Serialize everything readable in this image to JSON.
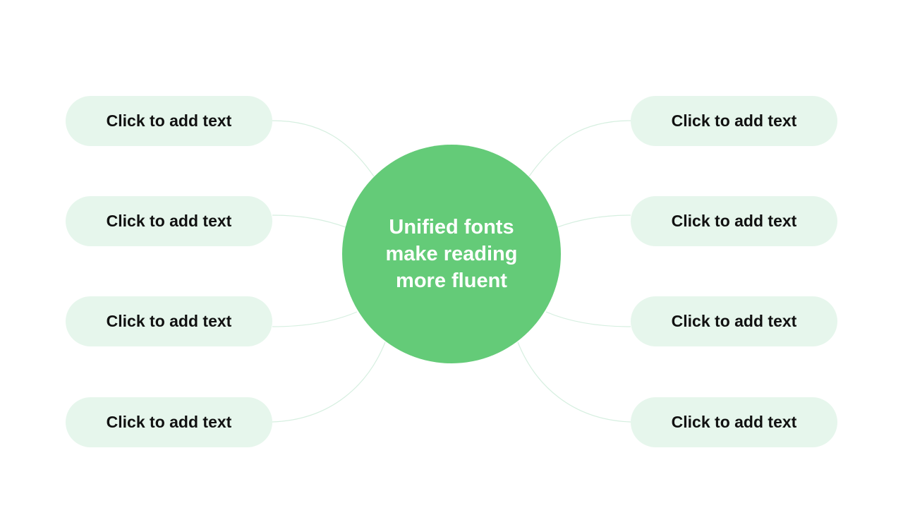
{
  "diagram": {
    "center": {
      "label": "Unified fonts make reading more fluent"
    },
    "left_nodes": [
      {
        "label": "Click to add text"
      },
      {
        "label": "Click to add text"
      },
      {
        "label": "Click to add text"
      },
      {
        "label": "Click to add text"
      }
    ],
    "right_nodes": [
      {
        "label": "Click to add text"
      },
      {
        "label": "Click to add text"
      },
      {
        "label": "Click to add text"
      },
      {
        "label": "Click to add text"
      }
    ]
  },
  "colors": {
    "hub": "#64cb78",
    "node_fill": "#e6f6ec",
    "connector": "#d6efe0",
    "hub_text": "#ffffff",
    "node_text": "#111111"
  }
}
